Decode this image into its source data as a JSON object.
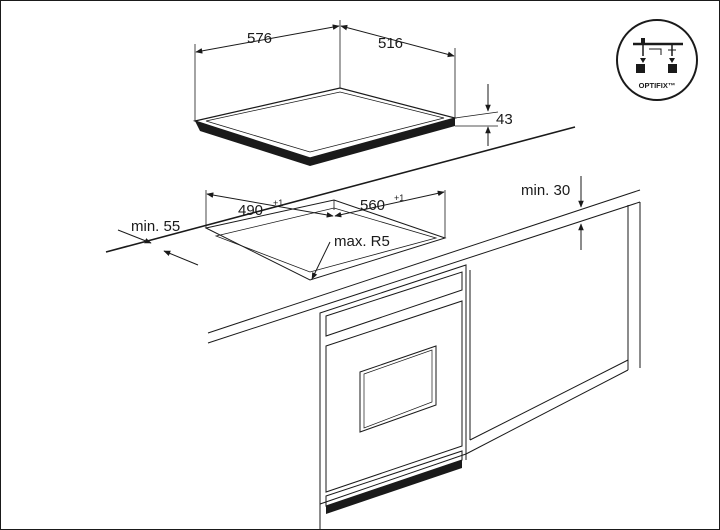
{
  "dimensions": {
    "hob_width": "576",
    "hob_depth": "516",
    "hob_height": "43",
    "cutout_width": "490",
    "cutout_width_tol": "+1",
    "cutout_depth": "560",
    "cutout_depth_tol": "+1",
    "corner_radius": "max. R5",
    "edge_clearance": "min. 55",
    "wall_clearance": "min. 30"
  },
  "badge": {
    "label": "OPTIFIX™",
    "icon": "optifix-mounting-icon"
  }
}
